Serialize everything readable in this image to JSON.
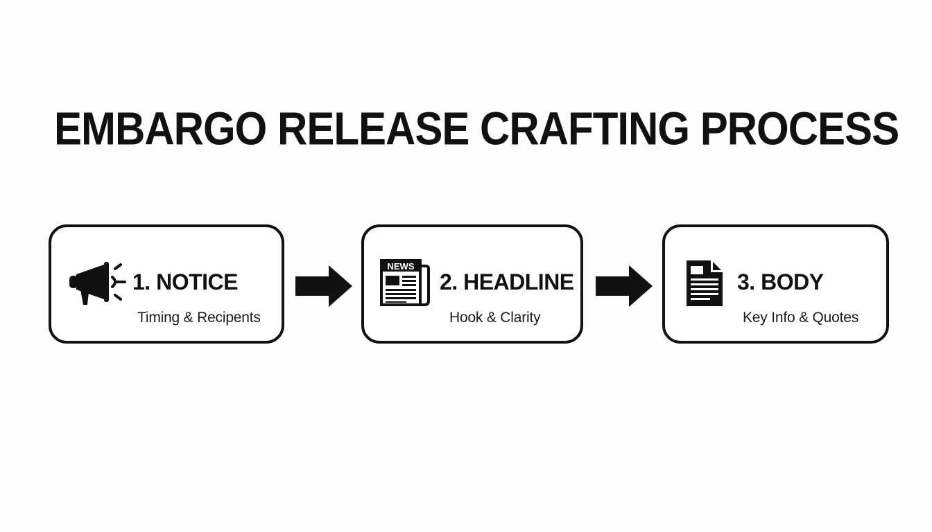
{
  "title": "EMBARGO RELEASE CRAFTING PROCESS",
  "steps": [
    {
      "title": "1. NOTICE",
      "subtitle": "Timing & Recipents",
      "icon": "megaphone-icon"
    },
    {
      "title": "2. HEADLINE",
      "subtitle": "Hook & Clarity",
      "icon": "newspaper-icon",
      "icon_text": "NEWS"
    },
    {
      "title": "3. BODY",
      "subtitle": "Key Info & Quotes",
      "icon": "document-icon"
    }
  ],
  "colors": {
    "ink": "#111111",
    "background": "#fefefe"
  }
}
